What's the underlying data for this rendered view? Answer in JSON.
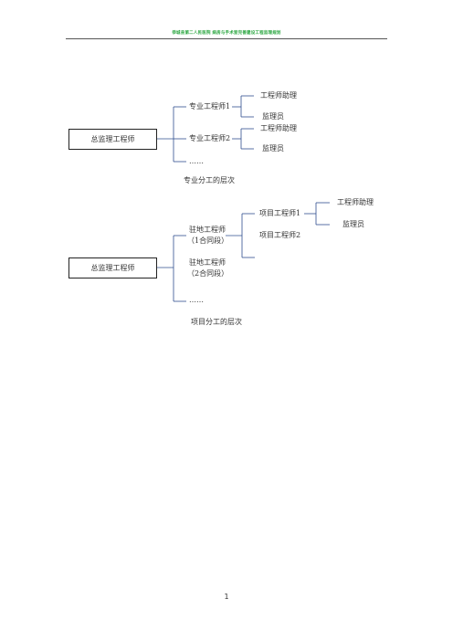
{
  "header": {
    "title": "恭城县第二人民医院   病房与手术室完善建设工程监理规划"
  },
  "diagram1": {
    "root": "总监理工程师",
    "branches": [
      "专业工程师1",
      "专业工程师2",
      "……"
    ],
    "leaves": {
      "b1": [
        "工程师助理",
        "监理员"
      ],
      "b2": [
        "工程师助理",
        "监理员"
      ]
    },
    "caption": "专业分工的层次"
  },
  "diagram2": {
    "root": "总监理工程师",
    "branch1": {
      "line1": "驻地工程师",
      "line2": "（1合同段）"
    },
    "branch2": {
      "line1": "驻地工程师",
      "line2": "（2合同段）"
    },
    "branch3": "……",
    "sub": [
      "项目工程师1",
      "项目工程师2"
    ],
    "leaves": [
      "工程师助理",
      "监理员"
    ],
    "caption": "项目分工的层次"
  },
  "footer": {
    "page_number": "1"
  }
}
